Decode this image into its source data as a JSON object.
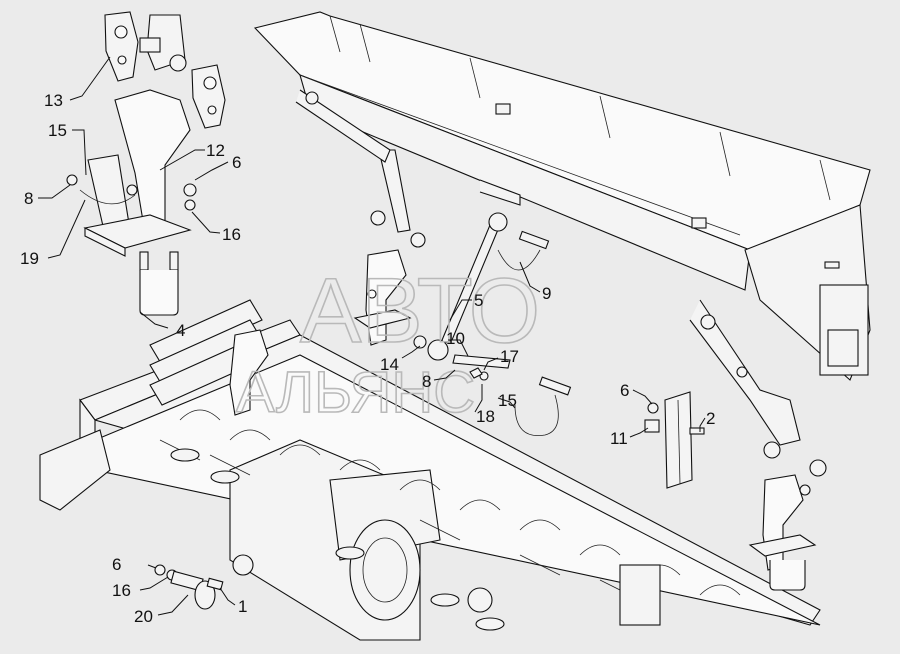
{
  "watermark": {
    "line1": "АВТО",
    "line2": "АЛЬЯНС"
  },
  "callouts": [
    {
      "id": "c13a",
      "text": "13"
    },
    {
      "id": "c15a",
      "text": "15"
    },
    {
      "id": "c8a",
      "text": "8"
    },
    {
      "id": "c19",
      "text": "19"
    },
    {
      "id": "c12",
      "text": "12"
    },
    {
      "id": "c6a",
      "text": "6"
    },
    {
      "id": "c16a",
      "text": "16"
    },
    {
      "id": "c4",
      "text": "4"
    },
    {
      "id": "c5",
      "text": "5"
    },
    {
      "id": "c9",
      "text": "9"
    },
    {
      "id": "c10",
      "text": "10"
    },
    {
      "id": "c14",
      "text": "14"
    },
    {
      "id": "c17",
      "text": "17"
    },
    {
      "id": "c8b",
      "text": "8"
    },
    {
      "id": "c18",
      "text": "18"
    },
    {
      "id": "c15b",
      "text": "15"
    },
    {
      "id": "c6b",
      "text": "6"
    },
    {
      "id": "c2",
      "text": "2"
    },
    {
      "id": "c11",
      "text": "11"
    },
    {
      "id": "c6c",
      "text": "6"
    },
    {
      "id": "c16b",
      "text": "16"
    },
    {
      "id": "c20",
      "text": "20"
    },
    {
      "id": "c1",
      "text": "1"
    }
  ]
}
